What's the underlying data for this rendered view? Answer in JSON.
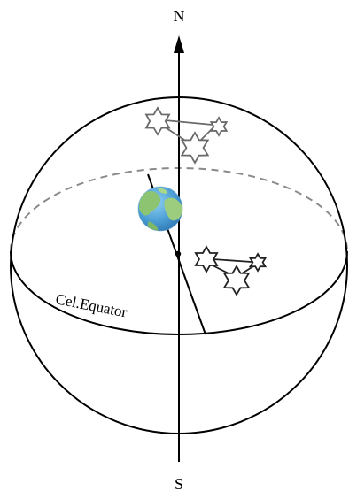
{
  "labels": {
    "north": "N",
    "south": "S",
    "equator": "Cel.Equator"
  },
  "colors": {
    "outline": "#000000",
    "hidden_edge": "#8a8a8a",
    "earth_ocean": "#5aa6d8",
    "earth_land": "#8cc472"
  },
  "icons": {
    "earth": "earth-icon",
    "star": "star-icon"
  }
}
